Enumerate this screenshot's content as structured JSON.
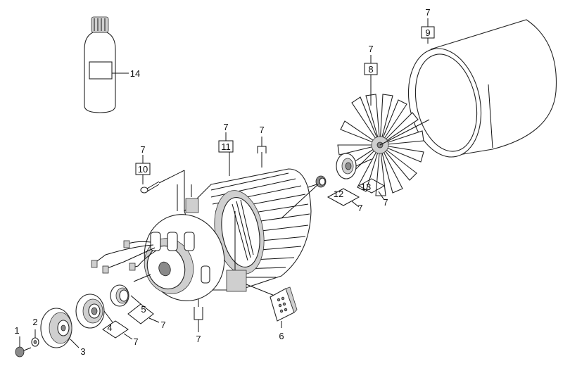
{
  "callouts": [
    {
      "id": "c1",
      "label": "1"
    },
    {
      "id": "c2",
      "label": "2"
    },
    {
      "id": "c3",
      "label": "3"
    },
    {
      "id": "c4",
      "label": "4"
    },
    {
      "id": "c4q",
      "label": "7"
    },
    {
      "id": "c5",
      "label": "5"
    },
    {
      "id": "c5q",
      "label": "7"
    },
    {
      "id": "c6",
      "label": "6"
    },
    {
      "id": "c7b",
      "label": "7"
    },
    {
      "id": "c8",
      "label": "8"
    },
    {
      "id": "c8q",
      "label": "7"
    },
    {
      "id": "c9",
      "label": "9"
    },
    {
      "id": "c9q",
      "label": "7"
    },
    {
      "id": "c10",
      "label": "10"
    },
    {
      "id": "c10q",
      "label": "7"
    },
    {
      "id": "c11",
      "label": "11"
    },
    {
      "id": "c11q",
      "label": "7"
    },
    {
      "id": "c7t",
      "label": "7"
    },
    {
      "id": "c12",
      "label": "12"
    },
    {
      "id": "c12q",
      "label": "7"
    },
    {
      "id": "c13",
      "label": "13"
    },
    {
      "id": "c13q",
      "label": "7"
    },
    {
      "id": "c14",
      "label": "14"
    }
  ]
}
